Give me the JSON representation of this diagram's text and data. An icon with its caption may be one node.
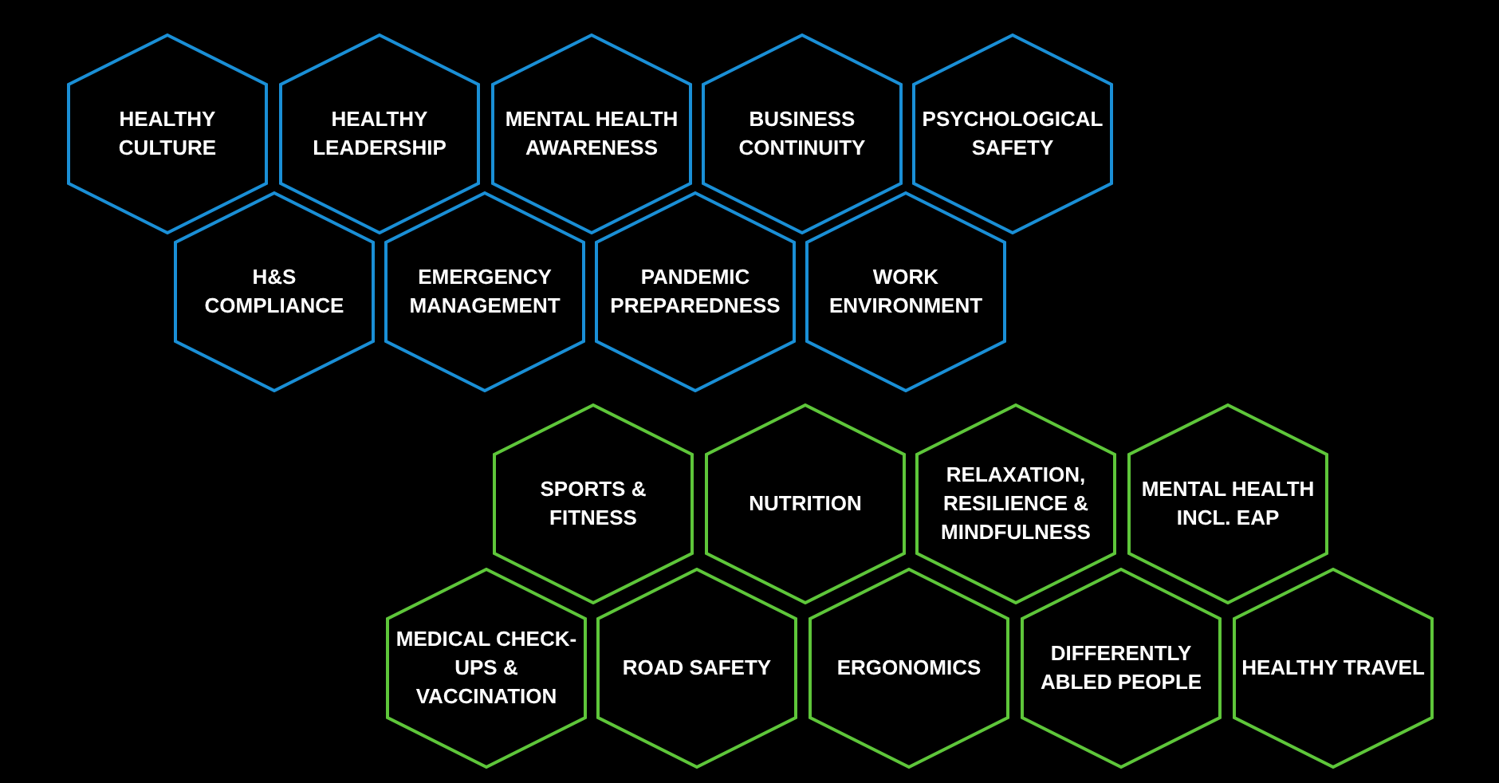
{
  "diagram": {
    "nodes": [
      {
        "text": [
          "HEALTHY CULTURE"
        ]
      },
      {
        "text": [
          "HEALTHY LEADERSHIP"
        ]
      },
      {
        "text": [
          "MENTAL HEALTH AWARENESS"
        ]
      },
      {
        "text": [
          "BUSINESS CONTINUITY"
        ]
      },
      {
        "text": [
          "PSYCHOLOGICAL SAFETY"
        ]
      },
      {
        "text": [
          "H&S COMPLIANCE"
        ]
      },
      {
        "text": [
          "EMERGENCY MANAGEMENT"
        ]
      },
      {
        "text": [
          "PANDEMIC PREPAREDNESS"
        ]
      },
      {
        "text": [
          "WORK ENVIRONMENT"
        ]
      },
      {
        "text": [
          "SPORTS & FITNESS"
        ]
      },
      {
        "text": [
          "NUTRITION"
        ]
      },
      {
        "text": [
          "RELAXATION, RESILIENCE & MINDFULNESS"
        ]
      },
      {
        "text": [
          "MENTAL HEALTH INCL. EAP"
        ]
      },
      {
        "text": [
          "MEDICAL CHECK-UPS & VACCINATION"
        ]
      },
      {
        "text": [
          "ROAD SAFETY"
        ]
      },
      {
        "text": [
          "ERGONOMICS"
        ]
      },
      {
        "text": [
          "DIFFERENTLY ABLED PEOPLE"
        ]
      },
      {
        "text": [
          "HEALTHY TRAVEL"
        ]
      }
    ]
  }
}
